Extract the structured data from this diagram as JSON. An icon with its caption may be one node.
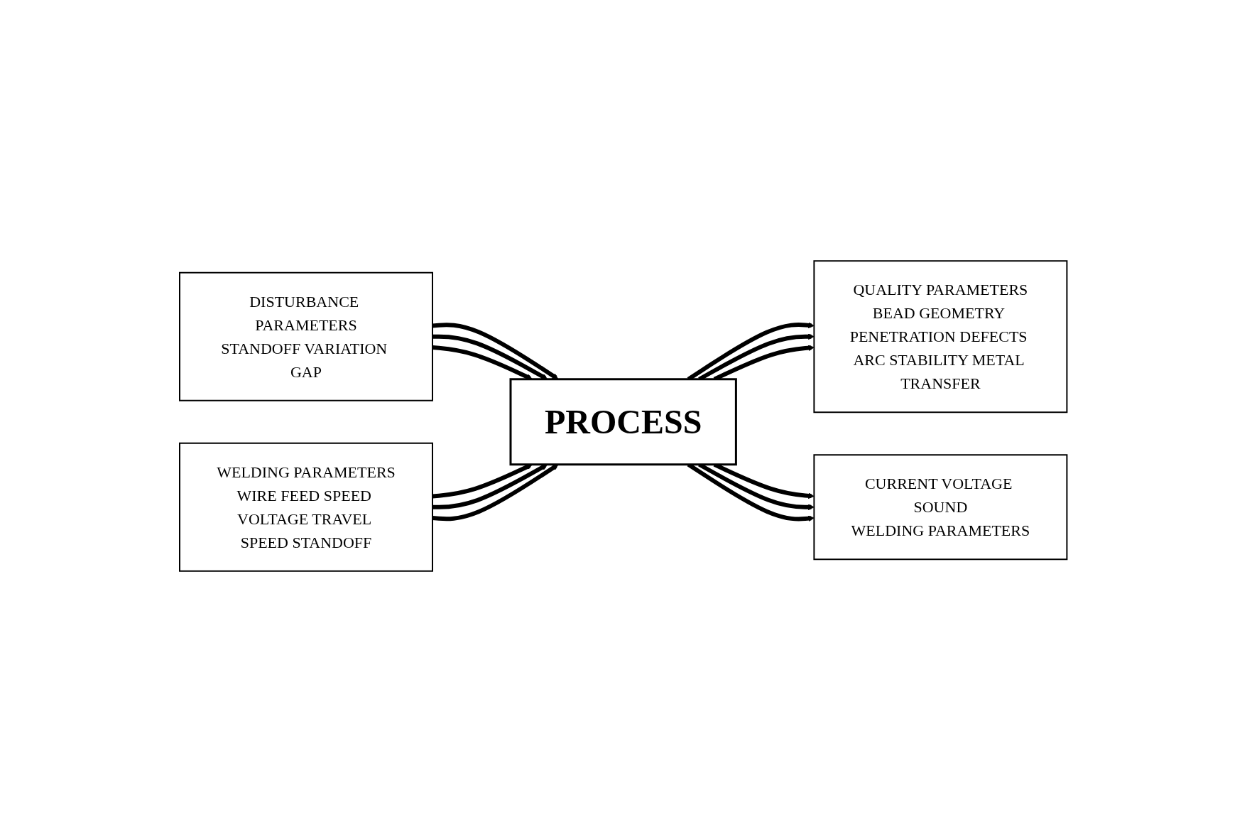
{
  "diagram": {
    "nodes": [
      {
        "text": [
          "DISTURBANCE PARAMETERS",
          "STANDOFF VARIATION GAP"
        ]
      },
      {
        "text": [
          "WELDING PARAMETERS",
          "WIRE FEED SPEED VOLTAGE TRAVEL SPEED STANDOFF"
        ]
      },
      {
        "text": [
          "PROCESS"
        ]
      },
      {
        "text": [
          "QUALITY PARAMETERS",
          "BEAD GEOMETRY PENETRATION DEFECTS ARC STABILITY METAL TRANSFER"
        ]
      },
      {
        "text": [
          "CURRENT VOLTAGE SOUND",
          "WELDING PARAMETERS"
        ]
      }
    ],
    "edges": [
      {
        "from": 0,
        "to": 2,
        "arrow": "to"
      },
      {
        "from": 0,
        "to": 2,
        "arrow": "to"
      },
      {
        "from": 0,
        "to": 2,
        "arrow": "to"
      },
      {
        "from": 1,
        "to": 2,
        "arrow": "to"
      },
      {
        "from": 1,
        "to": 2,
        "arrow": "to"
      },
      {
        "from": 1,
        "to": 2,
        "arrow": "to"
      },
      {
        "from": 2,
        "to": 3,
        "arrow": "to"
      },
      {
        "from": 2,
        "to": 3,
        "arrow": "to"
      },
      {
        "from": 2,
        "to": 3,
        "arrow": "to"
      },
      {
        "from": 2,
        "to": 4,
        "arrow": "to"
      },
      {
        "from": 2,
        "to": 4,
        "arrow": "to"
      },
      {
        "from": 2,
        "to": 4,
        "arrow": "to"
      }
    ]
  }
}
